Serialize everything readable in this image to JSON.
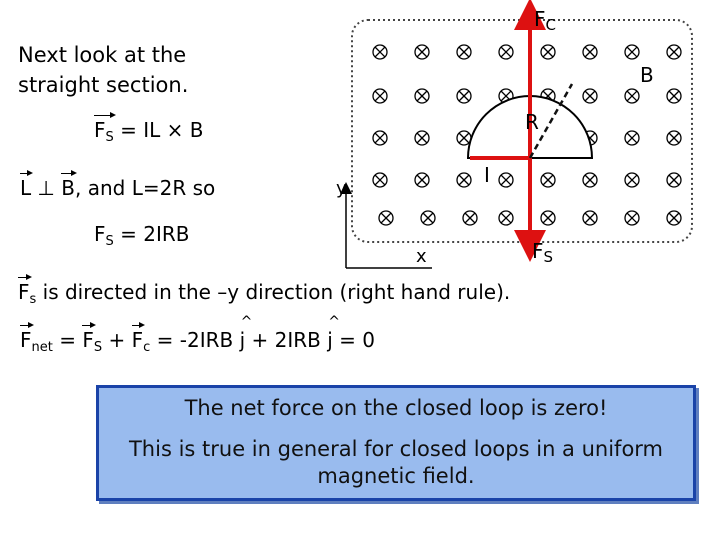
{
  "intro_text": "Next look at the straight section.",
  "eq1": {
    "lhs": "F",
    "sub": "S",
    "rhs": "= IL × B"
  },
  "perp_line": {
    "l": "L",
    "perp": "⊥",
    "b": "B",
    "rest": ", and L=2R so"
  },
  "eq2": {
    "lhs": "F",
    "sub": "S",
    "rhs": "= 2IRB"
  },
  "direction_text": {
    "f": "F",
    "sub": "s",
    "rest": " is directed in the –y direction (right hand rule)."
  },
  "eq3": {
    "f": "F",
    "net_sub": "net",
    "eq": " = ",
    "fs": "F",
    "s_sub": "S",
    "plus": " + ",
    "fc": "F",
    "c_sub": "c",
    "eq2": " = -2IRB ",
    "j1": "j",
    "plus2": " + 2IRB ",
    "j2": "j",
    "tail": " = 0"
  },
  "diagram": {
    "field_label": "B",
    "radius_label": "R",
    "current_label": "I",
    "fc_label": "FC",
    "fs_label": "FS",
    "y_axis_label": "y",
    "x_axis_label": "x",
    "field_symbol": "into-page-cross-icon",
    "arrow_color": "#dd1111",
    "box_color": "#444444"
  },
  "banner": {
    "line1": "The net force on the closed loop is zero!",
    "line2": "This is true in general for closed loops in a uniform magnetic field.",
    "bg_color": "#99bbee",
    "border_color": "#1a43a8"
  }
}
